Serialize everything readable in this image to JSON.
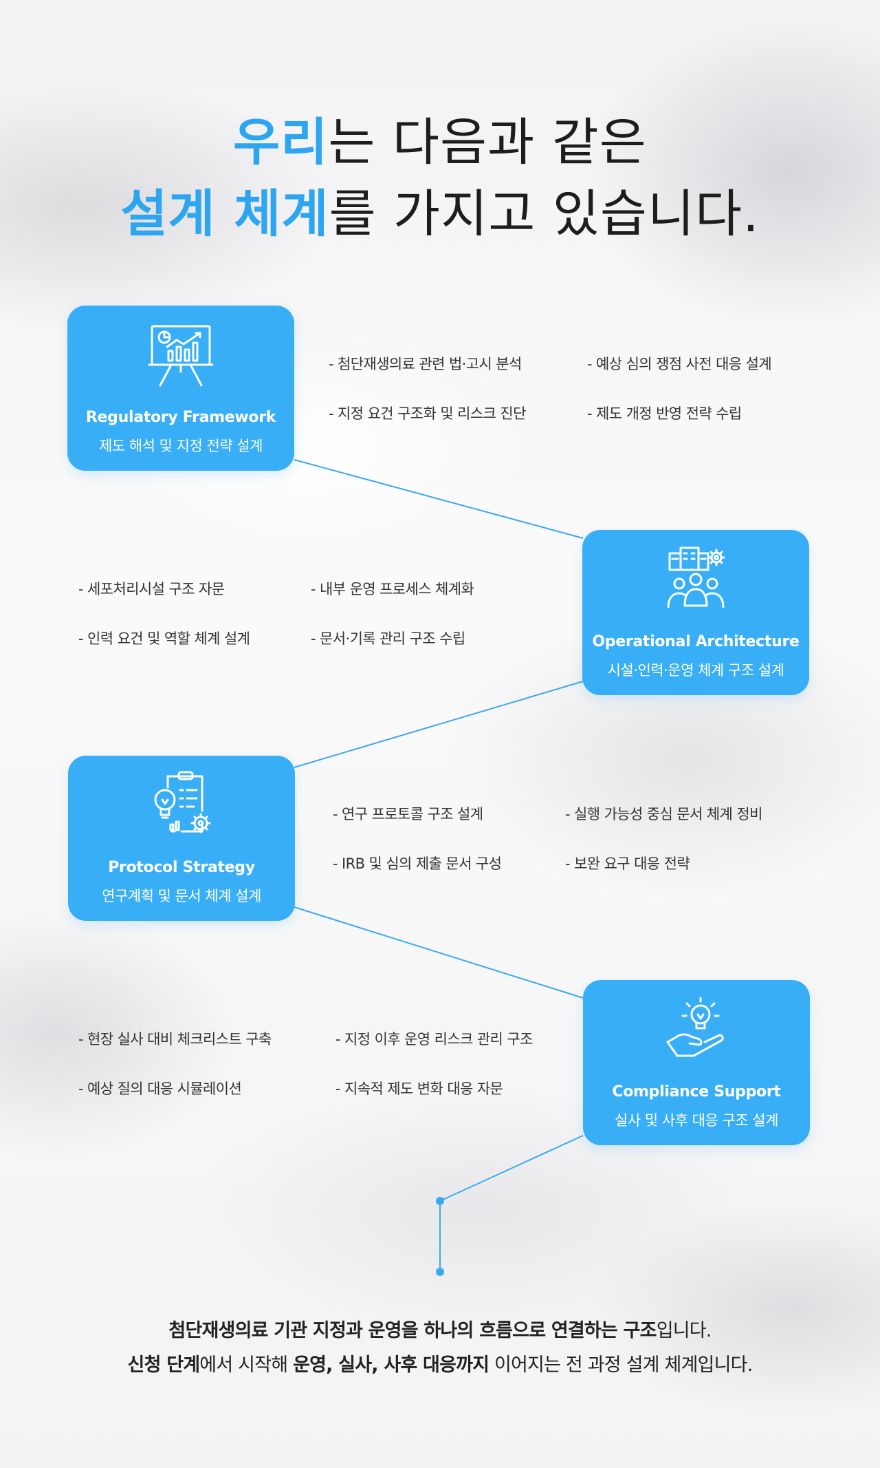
{
  "headline": {
    "line1_highlight": "우리",
    "line1_rest": "는 다음과 같은",
    "line2_highlight": "설계 체계",
    "line2_rest": "를 가지고 있습니다."
  },
  "colors": {
    "accent": "#37aef6",
    "headline_highlight": "#2ea5f0",
    "text": "#222222"
  },
  "cards": [
    {
      "icon": "presentation-chart-icon",
      "title_en": "Regulatory Framework",
      "title_ko": "제도 해석 및 지정 전략 설계",
      "items": [
        "- 첨단재생의료 관련 법·고시 분석",
        "- 예상 심의 쟁점 사전 대응 설계",
        "- 지정 요건 구조화 및 리스크 진단",
        "- 제도 개정 반영 전략 수립"
      ]
    },
    {
      "icon": "team-building-gear-icon",
      "title_en": "Operational Architecture",
      "title_ko": "시설·인력·운영 체계 구조 설계",
      "items": [
        "- 세포처리시설 구조 자문",
        "- 내부 운영 프로세스 체계화",
        "- 인력 요건 및 역할 체계 설계",
        "- 문서·기록 관리 구조 수립"
      ]
    },
    {
      "icon": "clipboard-lightbulb-icon",
      "title_en": "Protocol Strategy",
      "title_ko": "연구계획 및 문서 체계 설계",
      "items": [
        "- 연구 프로토콜 구조 설계",
        "- 실행 가능성 중심 문서 체계 정비",
        "- IRB 및 심의 제출 문서 구성",
        "- 보완 요구 대응 전략"
      ]
    },
    {
      "icon": "hand-lightbulb-icon",
      "title_en": "Compliance Support",
      "title_ko": "실사 및 사후 대응 구조 설계",
      "items": [
        "- 현장 실사 대비 체크리스트 구축",
        "- 지정 이후 운영 리스크 관리 구조",
        "- 예상 질의 대응 시뮬레이션",
        "- 지속적 제도 변화 대응 자문"
      ]
    }
  ],
  "closing": {
    "line1": {
      "b1": "첨단재생의료 기관 지정과 운영을 하나의 흐름으로 연결하는 구조",
      "t1": "입니다."
    },
    "line2": {
      "b1": "신청 단계",
      "t1": "에서 시작해 ",
      "b2": "운영, 실사, 사후 대응까지",
      "t2": " 이어지는 전 과정 설계 체계입니다."
    }
  }
}
